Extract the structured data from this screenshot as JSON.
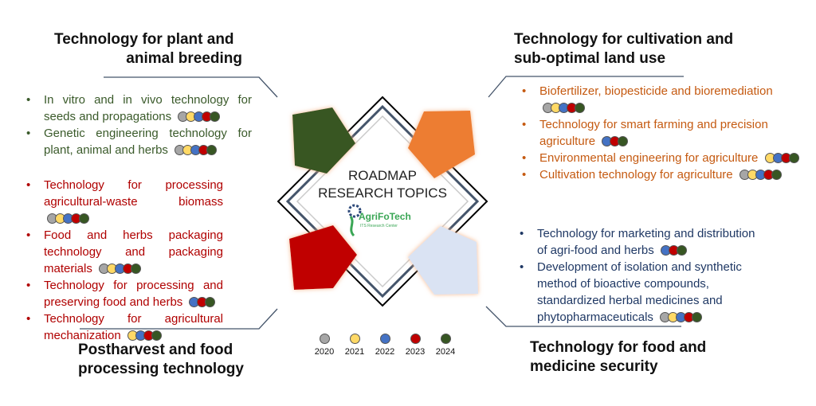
{
  "colors": {
    "2020": "#a6a6a6",
    "2021": "#ffd966",
    "2022": "#4472c4",
    "2023": "#c00000",
    "2024": "#375623",
    "green_text": "#3a5a2a",
    "red_text": "#b00000",
    "orange_text": "#c55a11",
    "blue_text": "#1f3864"
  },
  "center": {
    "line1": "ROADMAP",
    "line2": "RESEARCH TOPICS",
    "logo_name": "AgriFoTech",
    "logo_sub": "ITS Research Center"
  },
  "quadrants": {
    "plant": {
      "title1": "Technology for plant and",
      "title2": "animal breeding",
      "items": [
        {
          "text": "In vitro and in vivo technology for seeds and propagations",
          "years": [
            "2020",
            "2021",
            "2022",
            "2023",
            "2024"
          ]
        },
        {
          "text": "Genetic engineering technology for plant, animal and herbs",
          "years": [
            "2020",
            "2021",
            "2022",
            "2023",
            "2024"
          ]
        }
      ]
    },
    "postharvest": {
      "title1": "Postharvest and food",
      "title2": "processing technology",
      "items": [
        {
          "text": "Technology for processing agricultural-waste biomass",
          "years": [
            "2020",
            "2021",
            "2022",
            "2023",
            "2024"
          ]
        },
        {
          "text": "Food and herbs packaging technology and packaging materials",
          "years": [
            "2020",
            "2021",
            "2022",
            "2023",
            "2024"
          ]
        },
        {
          "text": "Technology for processing and preserving food and herbs",
          "years": [
            "2022",
            "2023",
            "2024"
          ]
        },
        {
          "text": "Technology for agricultural mechanization",
          "years": [
            "2021",
            "2022",
            "2023",
            "2024"
          ]
        }
      ]
    },
    "cultivation": {
      "title1": "Technology for cultivation and",
      "title2": "sub-optimal land use",
      "items": [
        {
          "text": "Biofertilizer, biopesticide and bioremediation",
          "years": [
            "2020",
            "2021",
            "2022",
            "2023",
            "2024"
          ]
        },
        {
          "text": "Technology for smart farming and precision agriculture",
          "years": [
            "2022",
            "2023",
            "2024"
          ]
        },
        {
          "text": "Environmental engineering for agriculture",
          "years": [
            "2021",
            "2022",
            "2023",
            "2024"
          ]
        },
        {
          "text": "Cultivation technology for agriculture",
          "years": [
            "2020",
            "2021",
            "2022",
            "2023",
            "2024"
          ]
        }
      ]
    },
    "security": {
      "title1": "Technology for food and",
      "title2": "medicine security",
      "items": [
        {
          "text": "Technology for marketing and distribution of agri-food and herbs",
          "years": [
            "2022",
            "2023",
            "2024"
          ]
        },
        {
          "text": "Development of isolation and synthetic method of bioactive compounds, standardized herbal medicines and phytopharmaceuticals",
          "years": [
            "2020",
            "2021",
            "2022",
            "2023",
            "2024"
          ]
        }
      ]
    }
  },
  "legend": [
    "2020",
    "2021",
    "2022",
    "2023",
    "2024"
  ]
}
